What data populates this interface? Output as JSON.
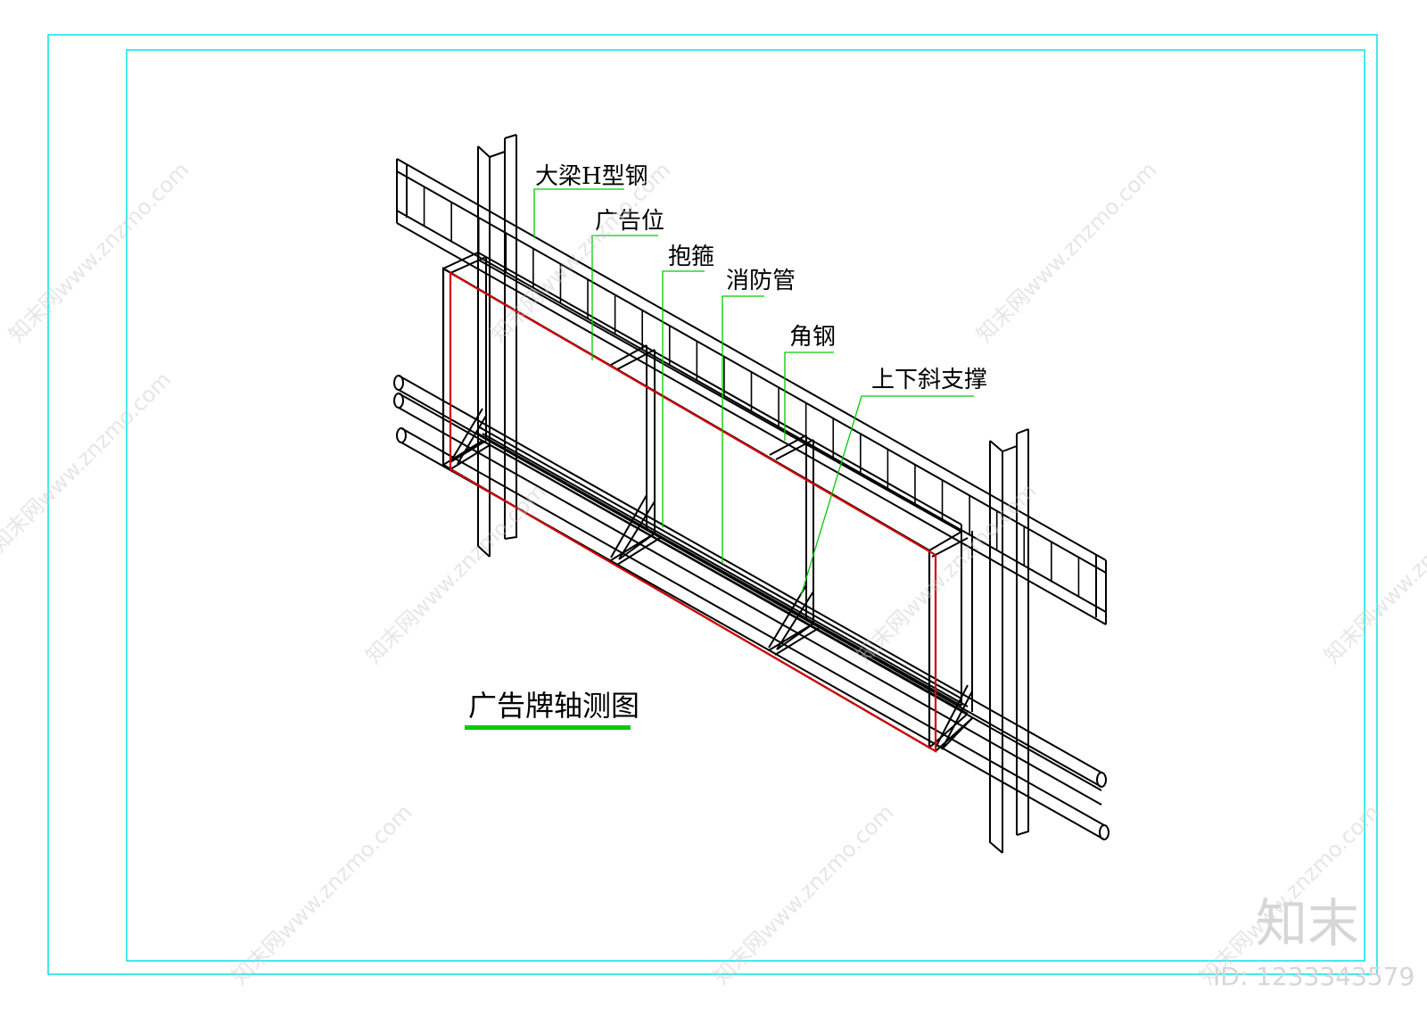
{
  "title": "广告牌轴测图",
  "labels": {
    "beam": "大梁H型钢",
    "ad_position": "广告位",
    "hoop": "抱箍",
    "fire_pipe": "消防管",
    "angle_steel": "角钢",
    "braces": "上下斜支撑"
  },
  "watermark": {
    "text": "知末网www.znzmo.com",
    "brand": "知末",
    "id": "ID: 1233343579"
  },
  "colors": {
    "frame_border": "#00e5e5",
    "leader": "#00cc00",
    "sign_frame": "#d40000",
    "title_underline": "#00cc00",
    "structure": "#000000"
  }
}
